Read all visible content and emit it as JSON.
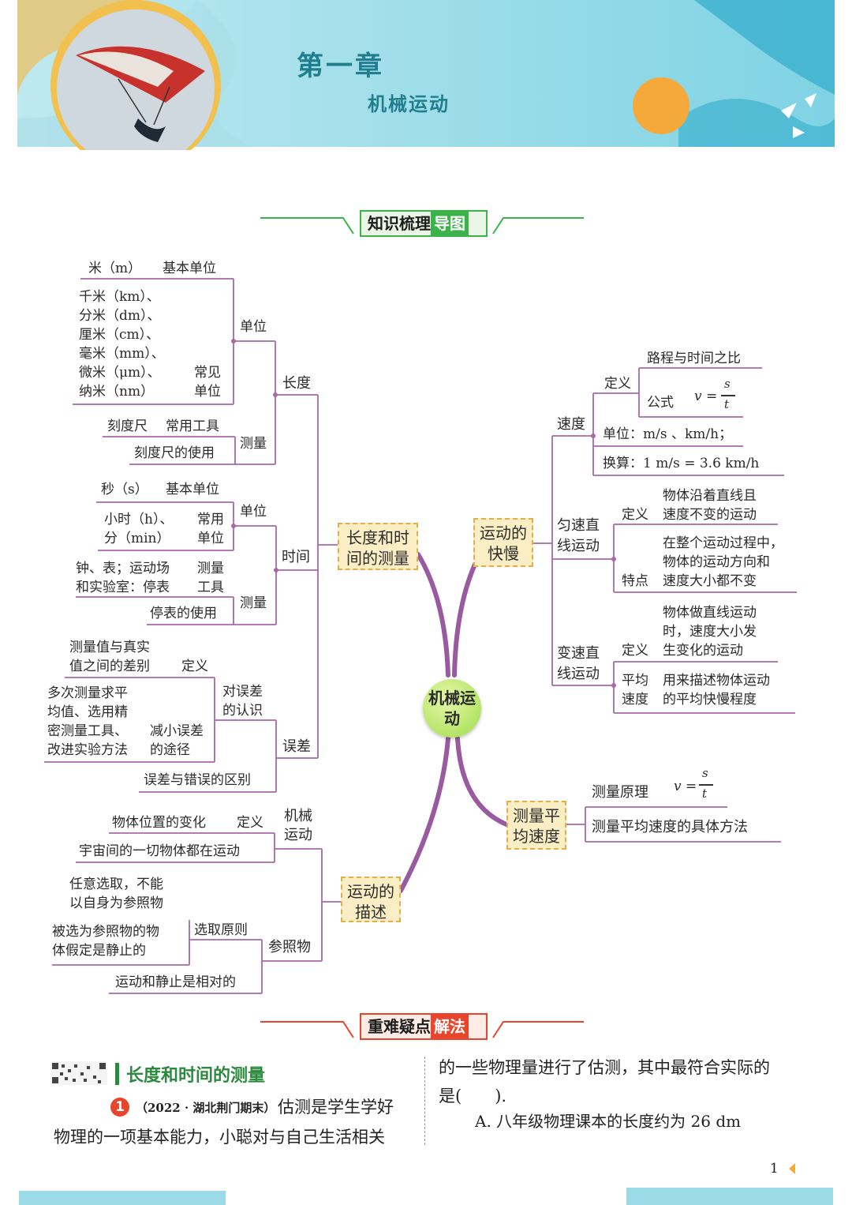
{
  "header": {
    "chapter": "第一章",
    "subtitle": "机械运动"
  },
  "banner1": {
    "left": "知识梳理",
    "right": "导图"
  },
  "banner2": {
    "left": "重难疑点",
    "right": "解法"
  },
  "mindmap": {
    "center": "机械运动",
    "len_time": "长度和时间的测量",
    "motion_desc": "运动的描述",
    "speed_main": "运动的快慢",
    "avg_speed": "测量平均速度",
    "length": "长度",
    "unit": "单位",
    "measure": "测量",
    "time": "时间",
    "error": "误差",
    "mech_motion": "机械运动",
    "reference": "参照物",
    "meter": "米（m）",
    "basic_unit": "基本单位",
    "km": "千米（km）、",
    "dm": "分米（dm）、",
    "cm": "厘米（cm）、",
    "mm": "毫米（mm）、",
    "um": "微米（μm）、",
    "nm": "纳米（nm）",
    "common": "常见",
    "unit_word": "单位",
    "ruler": "刻度尺",
    "common_tool": "常用工具",
    "ruler_use": "刻度尺的使用",
    "second": "秒（s）",
    "basic_unit2": "基本单位",
    "hour": "小时（h）、",
    "minute": "分（min）",
    "common2": "常用",
    "unit_word2": "单位",
    "clock1": "钟、表；运动场",
    "clock2": "和实验室：停表",
    "measure_tool1": "测量",
    "measure_tool2": "工具",
    "stopwatch_use": "停表的使用",
    "err_def1": "测量值与真实",
    "err_def2": "值之间的差别",
    "definition": "定义",
    "understand1": "对误差",
    "understand2": "的认识",
    "reduce1": "多次测量求平",
    "reduce2": "均值、选用精",
    "reduce3": "密测量工具、",
    "reduce4": "改进实验方法",
    "reduce_way1": "减小误差",
    "reduce_way2": "的途径",
    "err_vs_mistake": "误差与错误的区别",
    "pos_change": "物体位置的变化",
    "definition2": "定义",
    "universe": "宇宙间的一切物体都在运动",
    "ref1": "任意选取，不能",
    "ref2": "以自身为参照物",
    "ref3": "被选为参照物的物",
    "ref4": "体假定是静止的",
    "principle": "选取原则",
    "relative": "运动和静止是相对的",
    "speed": "速度",
    "def_s": "定义",
    "ratio": "路程与时间之比",
    "formula_label": "公式",
    "v_eq": "v =",
    "s_letter": "s",
    "t_letter": "t",
    "unit_speed": "单位：m/s 、km/h；",
    "convert": "换算：1  m/s = 3.6  km/h",
    "uniform1": "匀速直",
    "uniform2": "线运动",
    "def_u": "定义",
    "uni_def1": "物体沿着直线且",
    "uni_def2": "速度不变的运动",
    "feature": "特点",
    "uni_f1": "在整个运动过程中，",
    "uni_f2": "物体的运动方向和",
    "uni_f3": "速度大小都不变",
    "variable1": "变速直",
    "variable2": "线运动",
    "def_v": "定义",
    "var_def1": "物体做直线运动",
    "var_def2": "时，速度大小发",
    "var_def3": "生变化的运动",
    "avg1": "平均",
    "avg2": "速度",
    "avg_desc1": "用来描述物体运动",
    "avg_desc2": "的平均快慢程度",
    "principle_m": "测量原理",
    "method": "测量平均速度的具体方法"
  },
  "section": {
    "title": "长度和时间的测量"
  },
  "question": {
    "number": "1",
    "source": "（2022 · 湖北荆门期末）",
    "line1": "估测是学生学好",
    "line2": "物理的一项基本能力，小聪对与自己生活相关",
    "line3": "的一些物理量进行了估测，其中最符合实际的",
    "line4": "是(　　).",
    "optionA": "A. 八年级物理课本的长度约为 26 dm"
  },
  "page_number": "1",
  "colors": {
    "purple_line": "#a66aa8",
    "trunk": "#9a5aa0",
    "green": "#2c8a3e",
    "banner_green": "#3bb24a",
    "banner_red": "#e8452c",
    "teal": "#1f7f8f"
  }
}
